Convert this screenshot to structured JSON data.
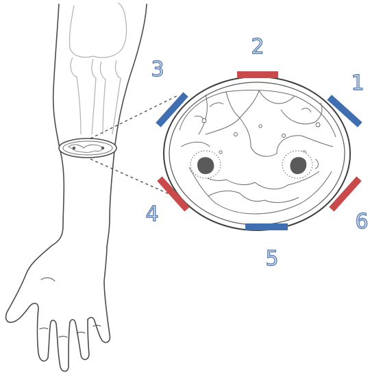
{
  "figure": {
    "electrode_colors": {
      "red": "#c94a4a",
      "blue": "#3f6fb0"
    },
    "label_color": "#dfe9f6",
    "label_stroke": "#5b7fb3",
    "outline_color": "#4a4a4a",
    "bone_color": "#5a5a5a",
    "electrodes": [
      {
        "label": "1",
        "color": "blue"
      },
      {
        "label": "2",
        "color": "red"
      },
      {
        "label": "3",
        "color": "blue"
      },
      {
        "label": "4",
        "color": "red"
      },
      {
        "label": "5",
        "color": "blue"
      },
      {
        "label": "6",
        "color": "red"
      }
    ]
  }
}
